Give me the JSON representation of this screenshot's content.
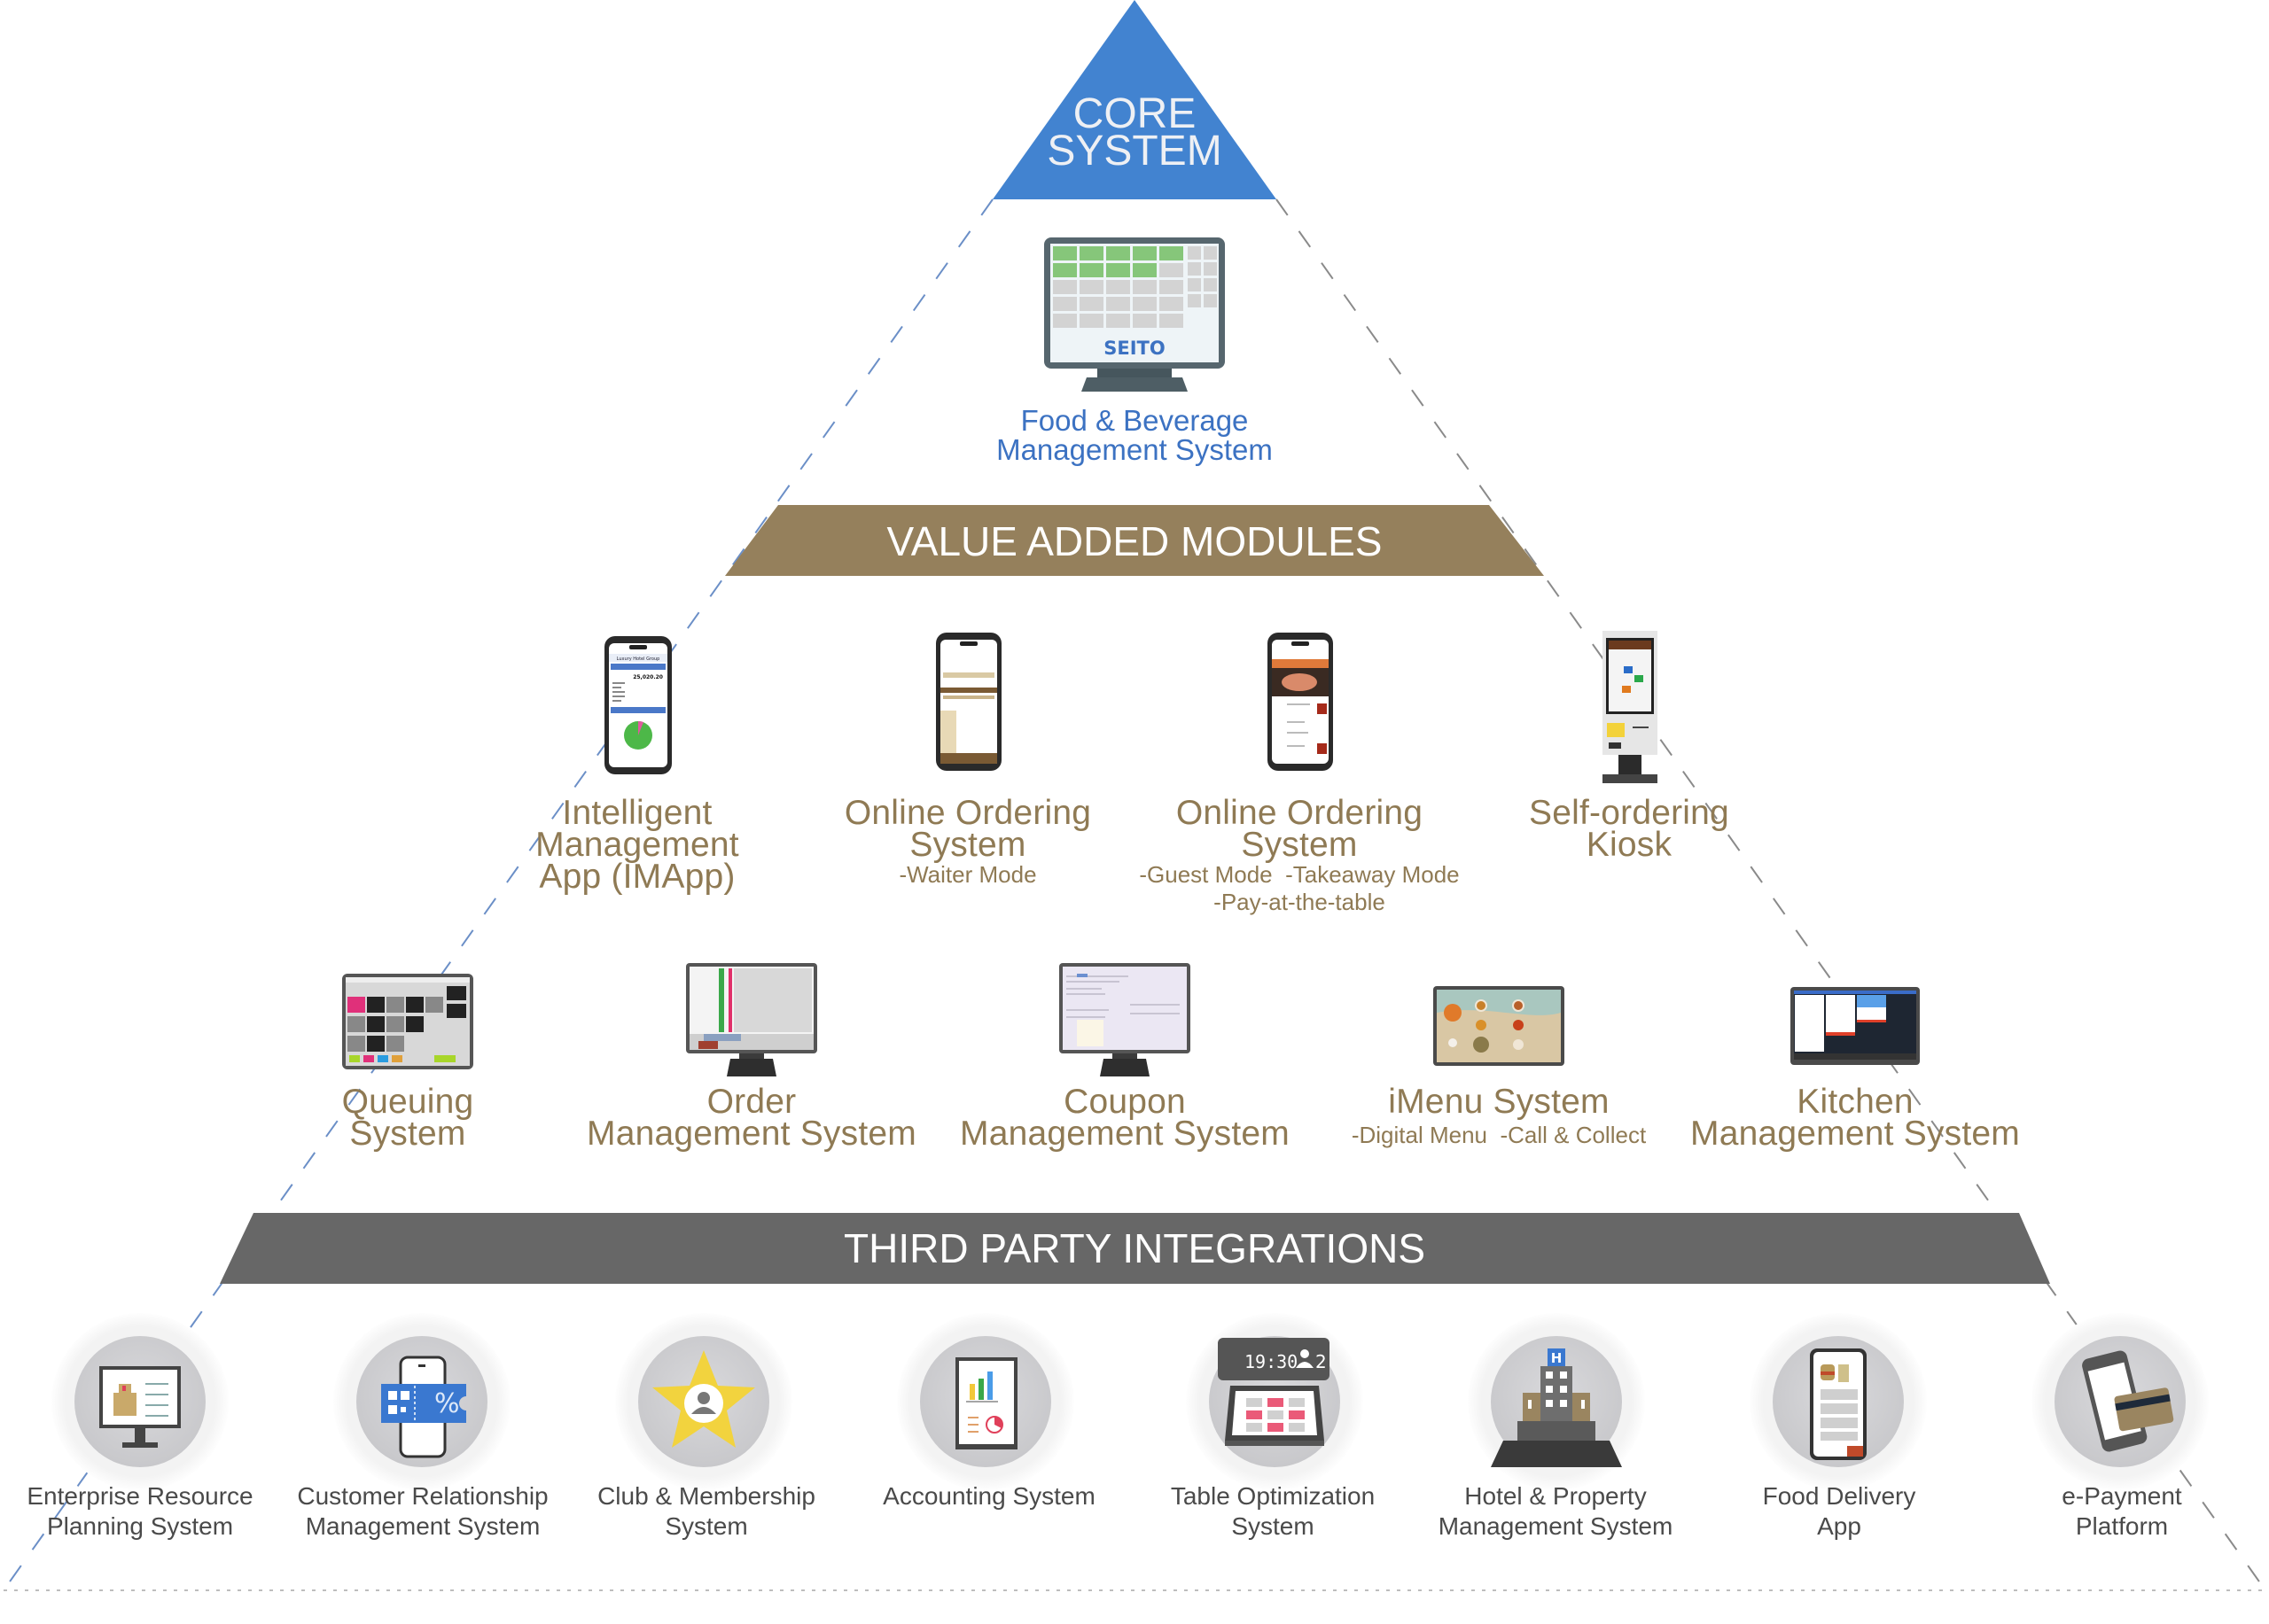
{
  "core": {
    "line1": "CORE",
    "line2": "SYSTEM",
    "color": "#4283d0",
    "product": {
      "brand": "SEITO",
      "label_line1": "Food & Beverage",
      "label_line2": "Management System"
    }
  },
  "value_added": {
    "band_label": "VALUE ADDED MODULES",
    "band_color": "#95805c",
    "row1": [
      {
        "title": [
          "Intelligent",
          "Management",
          "App (IMApp)"
        ],
        "subtitle": [],
        "device": "phone",
        "screen_header": "Luxury Hotel Group",
        "screen_value": "25,020.20"
      },
      {
        "title": [
          "Online Ordering",
          "System"
        ],
        "subtitle": [
          "-Waiter Mode"
        ],
        "device": "phone"
      },
      {
        "title": [
          "Online Ordering",
          "System"
        ],
        "subtitle": [
          "-Guest Mode  -Takeaway Mode",
          "-Pay-at-the-table"
        ],
        "device": "phone"
      },
      {
        "title": [
          "Self-ordering",
          "Kiosk"
        ],
        "subtitle": [],
        "device": "kiosk"
      }
    ],
    "row2": [
      {
        "title": [
          "Queuing",
          "System"
        ],
        "subtitle": [],
        "device": "tablet"
      },
      {
        "title": [
          "Order",
          "Management System"
        ],
        "subtitle": [],
        "device": "monitor"
      },
      {
        "title": [
          "Coupon",
          "Management System"
        ],
        "subtitle": [],
        "device": "monitor"
      },
      {
        "title": [
          "iMenu System"
        ],
        "subtitle": [
          "-Digital Menu  -Call & Collect"
        ],
        "device": "tablet"
      },
      {
        "title": [
          "Kitchen",
          "Management System"
        ],
        "subtitle": [],
        "device": "tablet"
      }
    ]
  },
  "third_party": {
    "band_label": "THIRD PARTY INTEGRATIONS",
    "band_color": "#676767",
    "items": [
      {
        "label": [
          "Enterprise Resource",
          "Planning System"
        ],
        "icon": "erp-monitor-icon"
      },
      {
        "label": [
          "Customer Relationship",
          "Management System"
        ],
        "icon": "crm-coupon-phone-icon"
      },
      {
        "label": [
          "Club & Membership",
          "System"
        ],
        "icon": "membership-star-icon"
      },
      {
        "label": [
          "Accounting System"
        ],
        "icon": "accounting-report-icon"
      },
      {
        "label": [
          "Table Optimization",
          "System"
        ],
        "icon": "table-optimization-icon",
        "time": "19:30",
        "guests": "2"
      },
      {
        "label": [
          "Hotel & Property",
          "Management System"
        ],
        "icon": "hotel-building-icon",
        "badge": "H"
      },
      {
        "label": [
          "Food Delivery",
          "App"
        ],
        "icon": "food-delivery-phone-icon"
      },
      {
        "label": [
          "e-Payment",
          "Platform"
        ],
        "icon": "epayment-card-icon"
      }
    ]
  }
}
